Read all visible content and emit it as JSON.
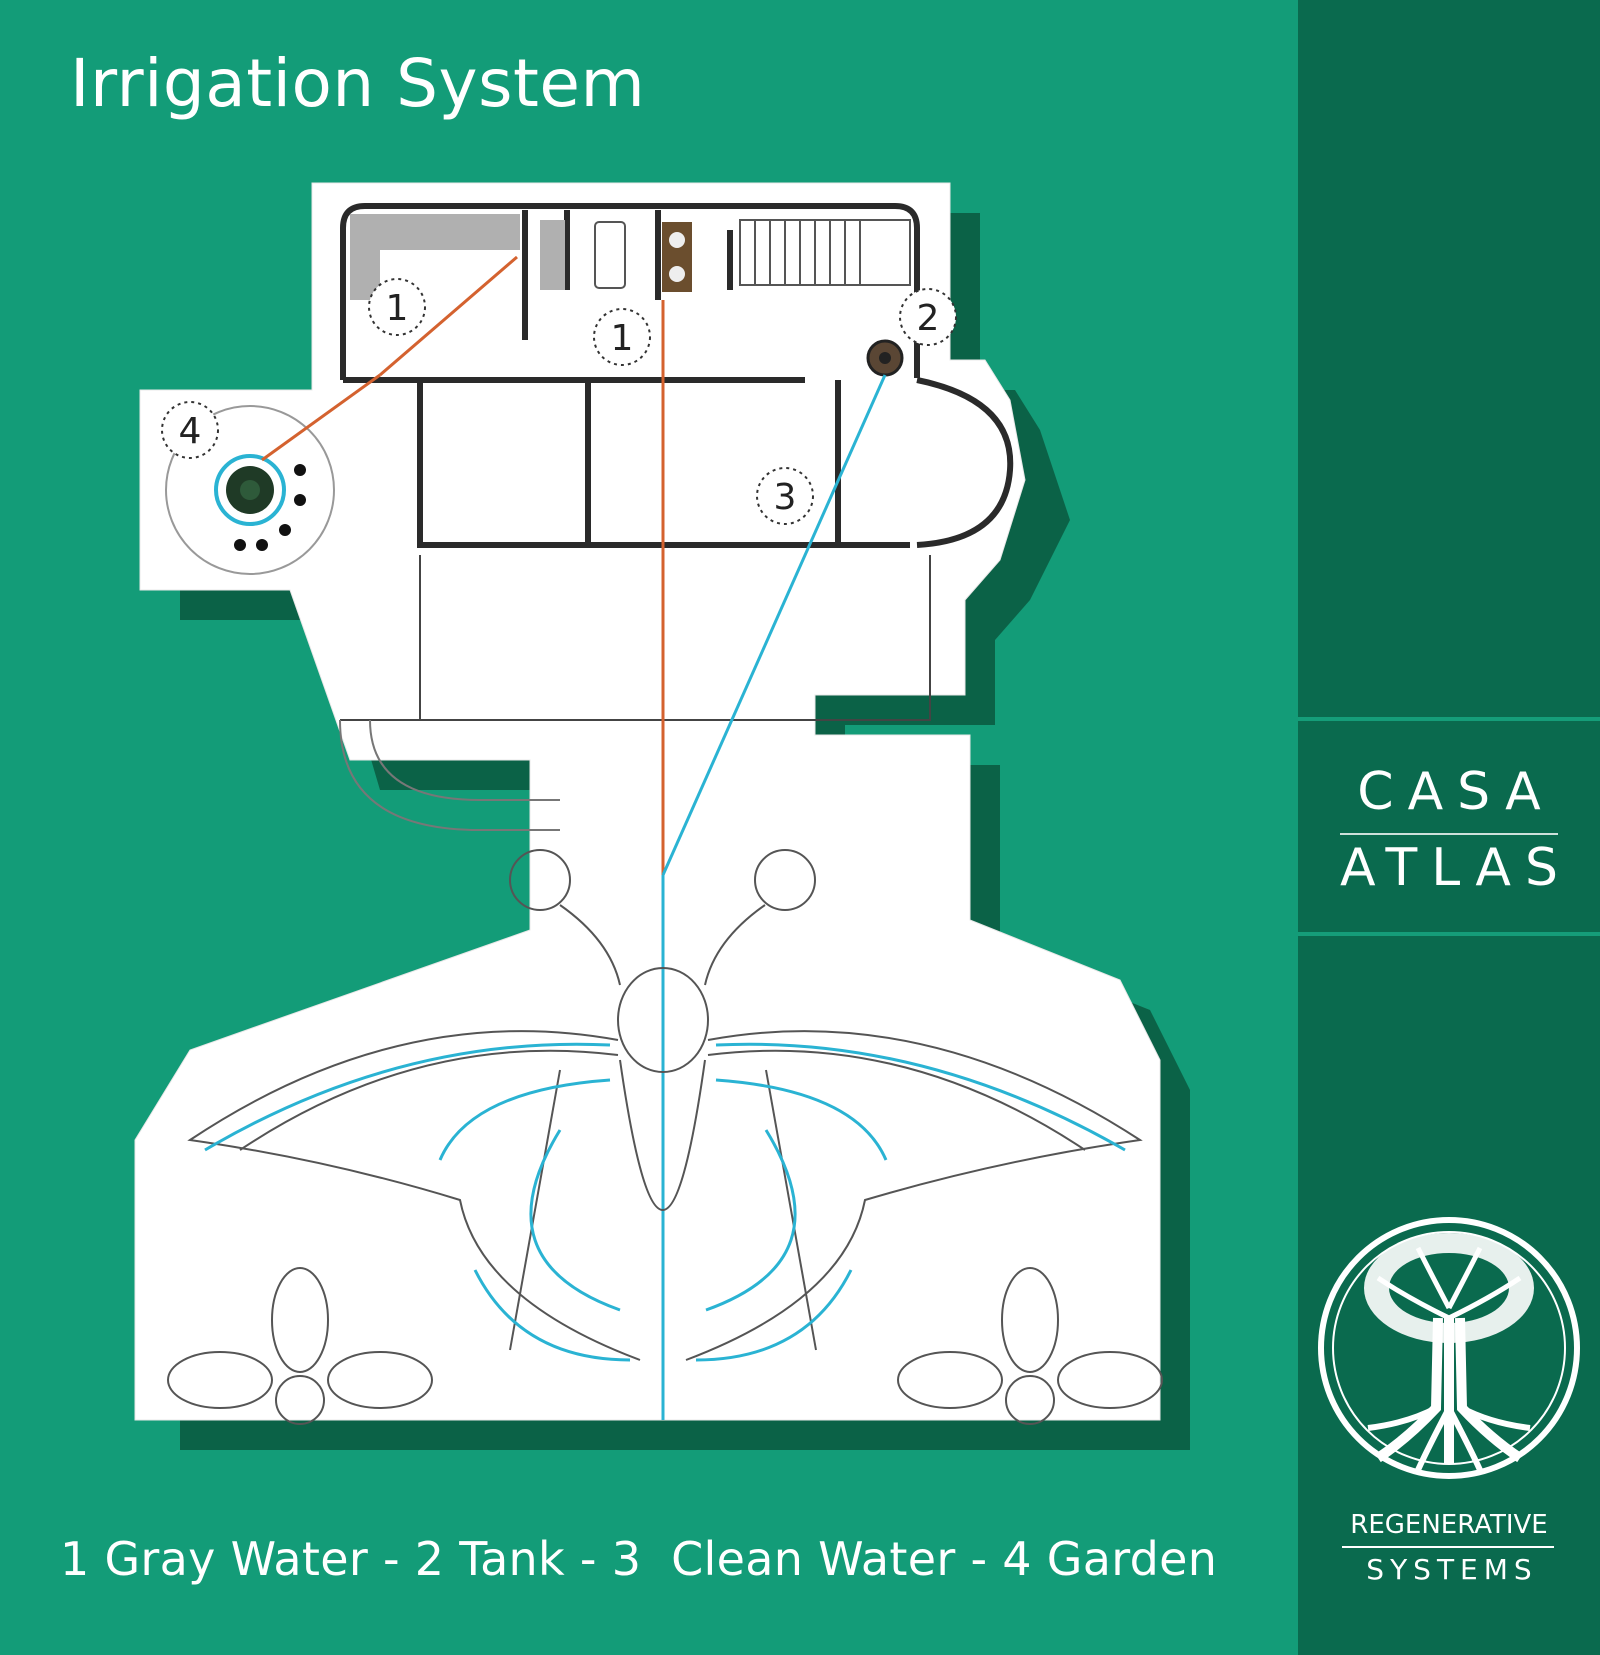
{
  "title": "Irrigation System",
  "legend": "1 Gray Water - 2 Tank - 3  Clean Water - 4 Garden",
  "brand": {
    "line1": "CASA",
    "line2": "ATLAS"
  },
  "logo": {
    "line1": "REGENERATIVE",
    "line2": "SYSTEMS"
  },
  "markers": {
    "m1a": "1",
    "m1b": "1",
    "m2": "2",
    "m3": "3",
    "m4": "4"
  },
  "colors": {
    "background": "#139c78",
    "sidebar": "#0a6a4e",
    "gray_water_line": "#d4622f",
    "clean_water_line": "#2ab3d3",
    "paper": "#ffffff"
  }
}
